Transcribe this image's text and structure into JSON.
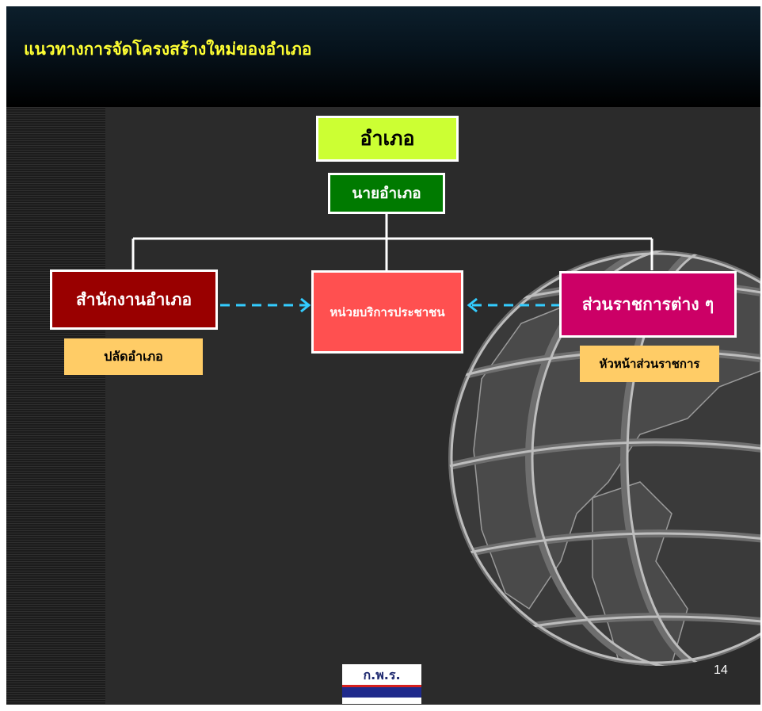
{
  "slide": {
    "title": "แนวทางการจัดโครงสร้างใหม่ของอำเภอ",
    "page_number": "14"
  },
  "org": {
    "district": "อำเภอ",
    "district_chief": "นายอำเภอ",
    "district_office": "สำนักงานอำเภอ",
    "deputy_chief": "ปลัดอำเภอ",
    "service_unit": "หน่วยบริการประชาชน",
    "government_agencies": "ส่วนราชการต่าง ๆ",
    "agency_heads": "หัวหน้าส่วนราชการ"
  },
  "logo": {
    "text": "ก.พ.ร."
  },
  "colors": {
    "title": "#ffff33",
    "district_box": "#ccff33",
    "chief_box": "#007a00",
    "office_box": "#990000",
    "service_box": "#ff5050",
    "agencies_box": "#cc0066",
    "sub_box": "#ffcc66",
    "arrow": "#33ccff"
  }
}
